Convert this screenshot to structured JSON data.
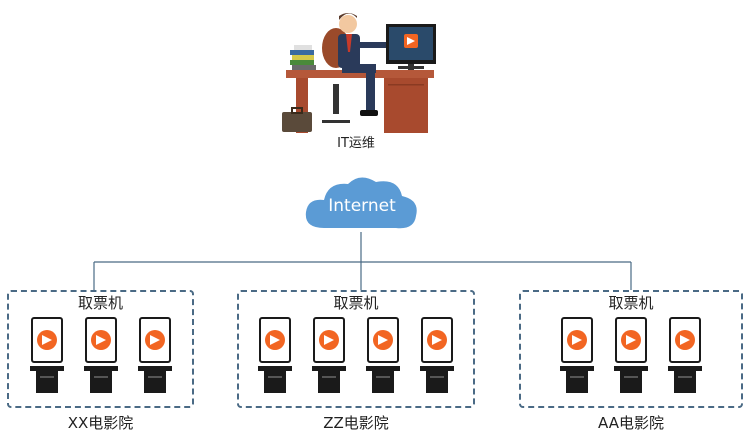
{
  "admin": {
    "label": "IT运维"
  },
  "cloud": {
    "label": "Internet"
  },
  "colors": {
    "line": "#4a6a85",
    "cloud": "#5b9bd5",
    "logo": "#f26522",
    "kiosk_body": "#1a1a1a"
  },
  "groups": [
    {
      "title": "取票机",
      "cinema": "XX电影院",
      "kiosk_count": 3
    },
    {
      "title": "取票机",
      "cinema": "ZZ电影院",
      "kiosk_count": 4
    },
    {
      "title": "取票机",
      "cinema": "AA电影院",
      "kiosk_count": 3
    }
  ]
}
